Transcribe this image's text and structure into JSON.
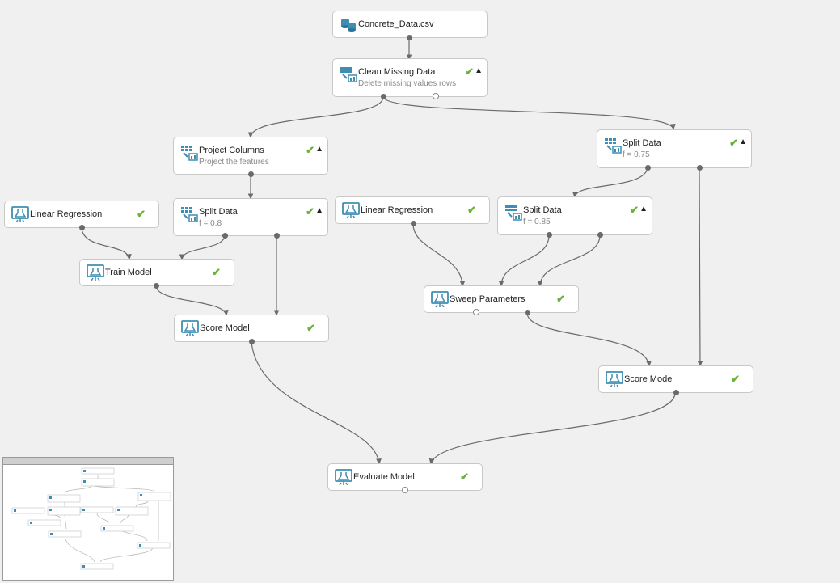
{
  "nodes": {
    "concrete_data": {
      "title": "Concrete_Data.csv"
    },
    "clean_missing": {
      "title": "Clean Missing Data",
      "subtitle": "Delete missing values rows"
    },
    "project_columns": {
      "title": "Project Columns",
      "subtitle": "Project the features"
    },
    "split_data_right": {
      "title": "Split Data",
      "subtitle": "f = 0.75"
    },
    "linear_regression_left": {
      "title": "Linear Regression"
    },
    "split_data_left": {
      "title": "Split Data",
      "subtitle": "f = 0.8"
    },
    "linear_regression_mid": {
      "title": "Linear Regression"
    },
    "split_data_mid": {
      "title": "Split Data",
      "subtitle": "f = 0.85"
    },
    "train_model": {
      "title": "Train Model"
    },
    "sweep_parameters": {
      "title": "Sweep Parameters"
    },
    "score_model_left": {
      "title": "Score Model"
    },
    "score_model_right": {
      "title": "Score Model"
    },
    "evaluate_model": {
      "title": "Evaluate Model"
    }
  },
  "icons": {
    "dataset": "dataset-icon",
    "transform": "data-transform-icon",
    "model": "machine-learning-icon",
    "status": "check-icon",
    "collapse": "caret-up-icon"
  },
  "colors": {
    "canvas": "#f0f0f0",
    "icon": "#3f8eb2",
    "check": "#6bb03b",
    "edge": "#6a6a6a"
  }
}
